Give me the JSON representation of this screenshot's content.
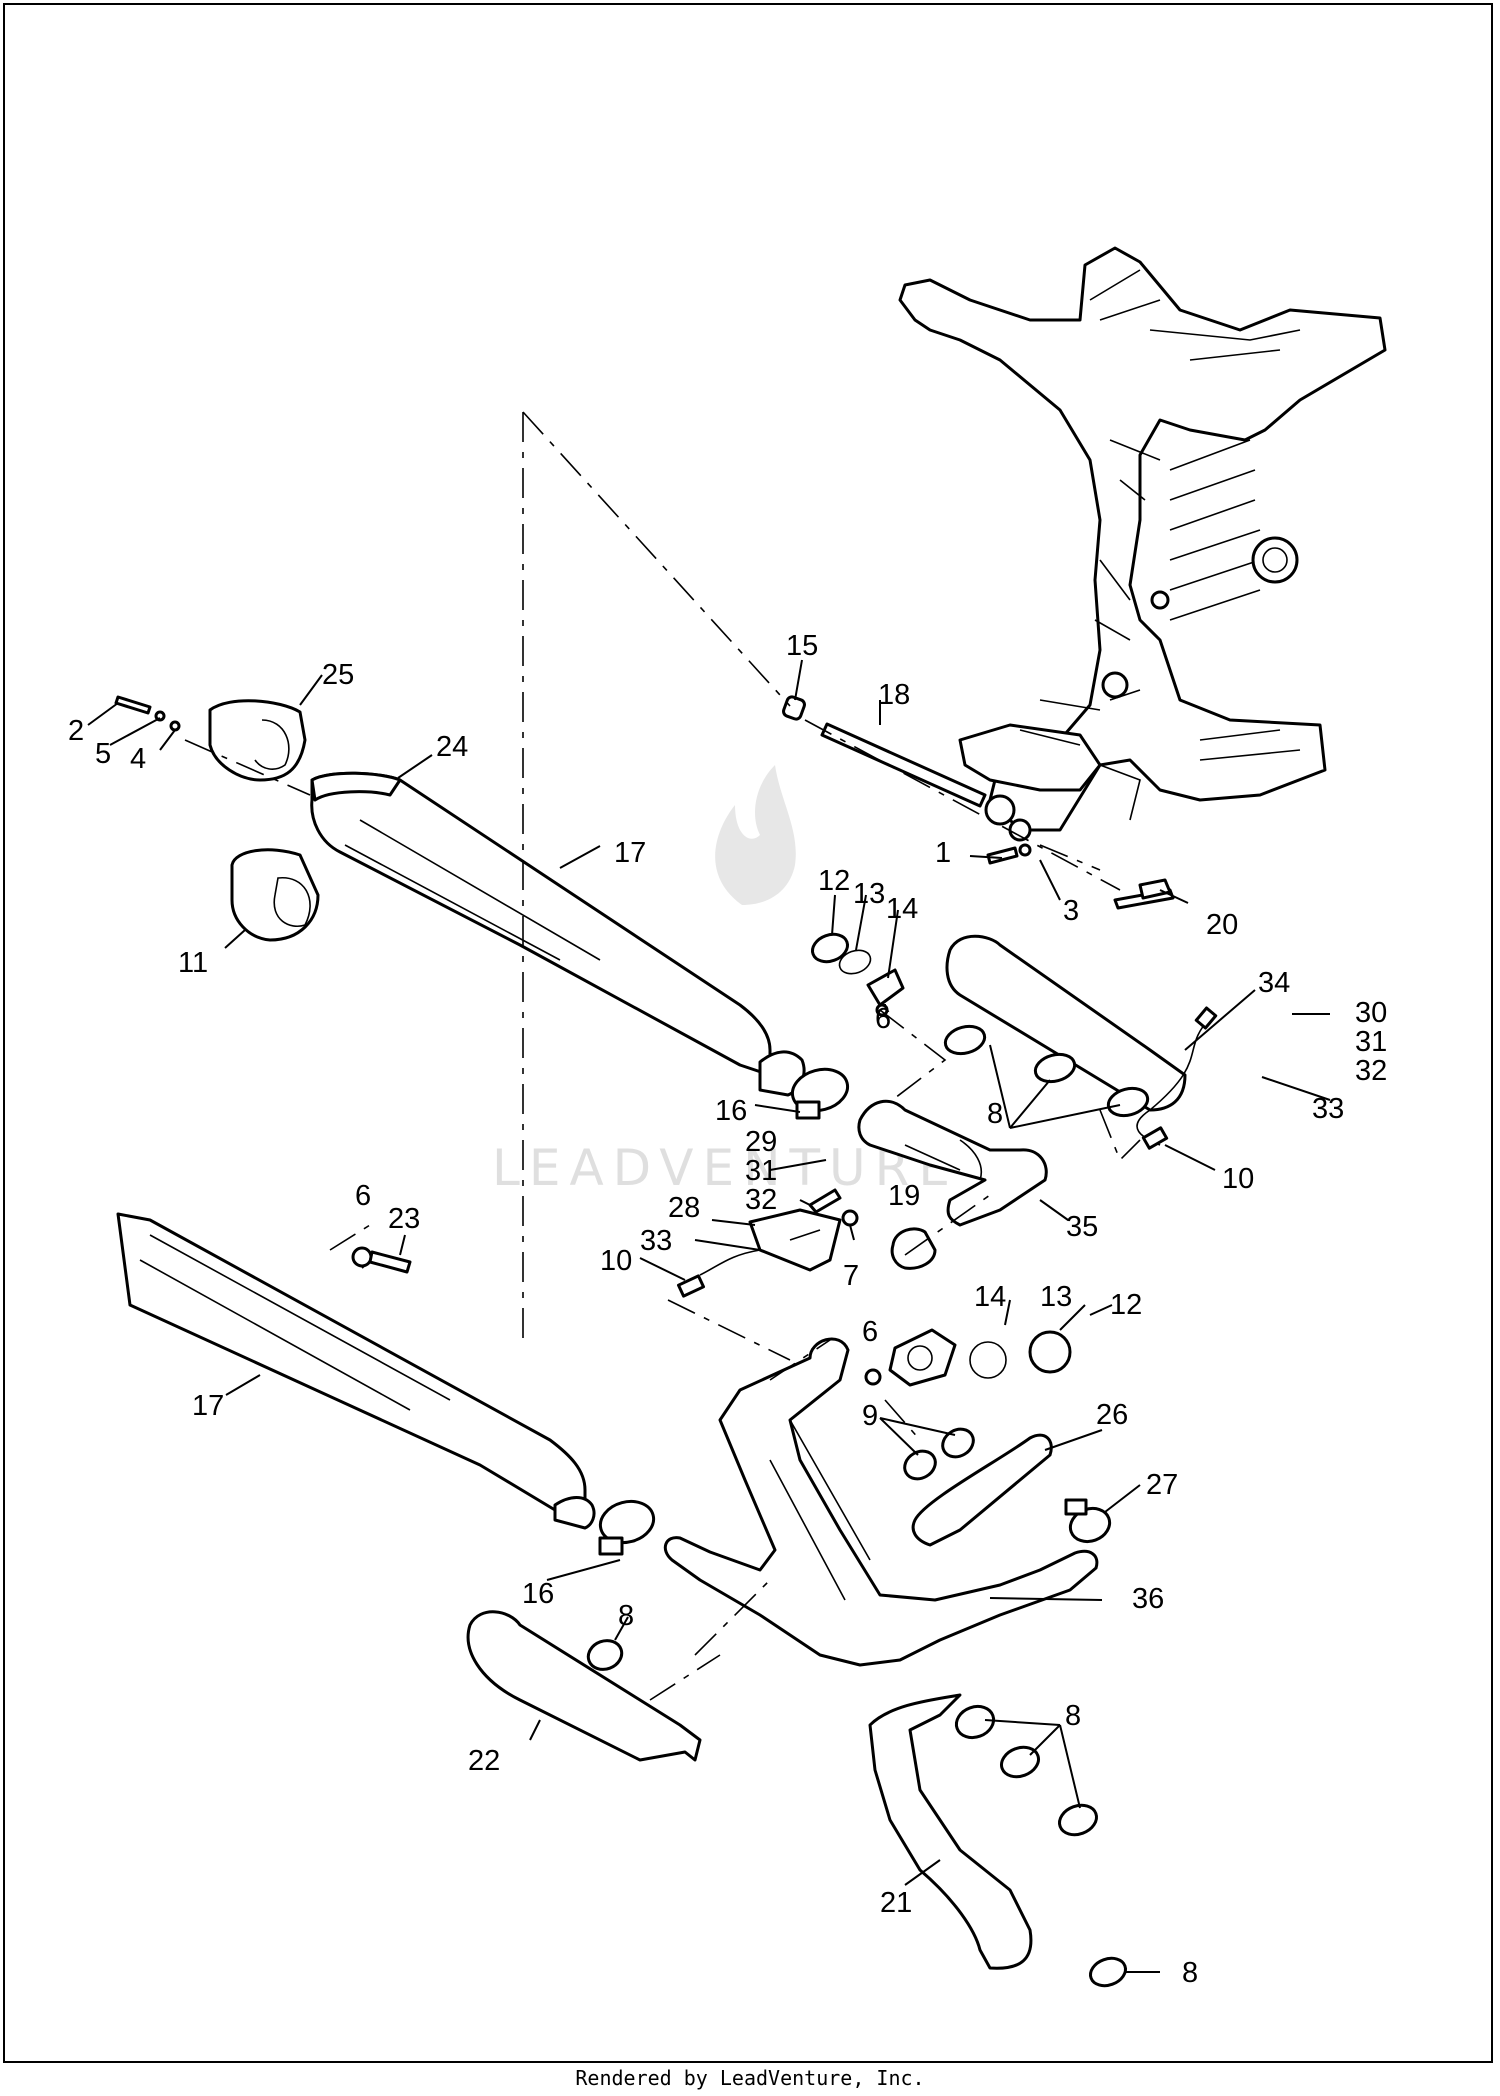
{
  "watermark": "LEADVENTURE",
  "footer": "Rendered by LeadVenture, Inc.",
  "callouts": {
    "c1": "1",
    "c2": "2",
    "c3": "3",
    "c4": "4",
    "c5": "5",
    "c6a": "6",
    "c6b": "6",
    "c6c": "6",
    "c7": "7",
    "c8a": "8",
    "c8b": "8",
    "c8c": "8",
    "c8d": "8",
    "c9": "9",
    "c10a": "10",
    "c10b": "10",
    "c11": "11",
    "c12a": "12",
    "c12b": "12",
    "c13a": "13",
    "c13b": "13",
    "c14a": "14",
    "c14b": "14",
    "c15": "15",
    "c16a": "16",
    "c16b": "16",
    "c17a": "17",
    "c17b": "17",
    "c18": "18",
    "c19": "19",
    "c20": "20",
    "c21": "21",
    "c22": "22",
    "c23": "23",
    "c24": "24",
    "c25": "25",
    "c26": "26",
    "c27": "27",
    "c28": "28",
    "c29": "29",
    "c30": "30",
    "c31a": "31",
    "c31b": "31",
    "c32a": "32",
    "c32b": "32",
    "c33a": "33",
    "c33b": "33",
    "c34": "34",
    "c35": "35",
    "c36": "36"
  }
}
